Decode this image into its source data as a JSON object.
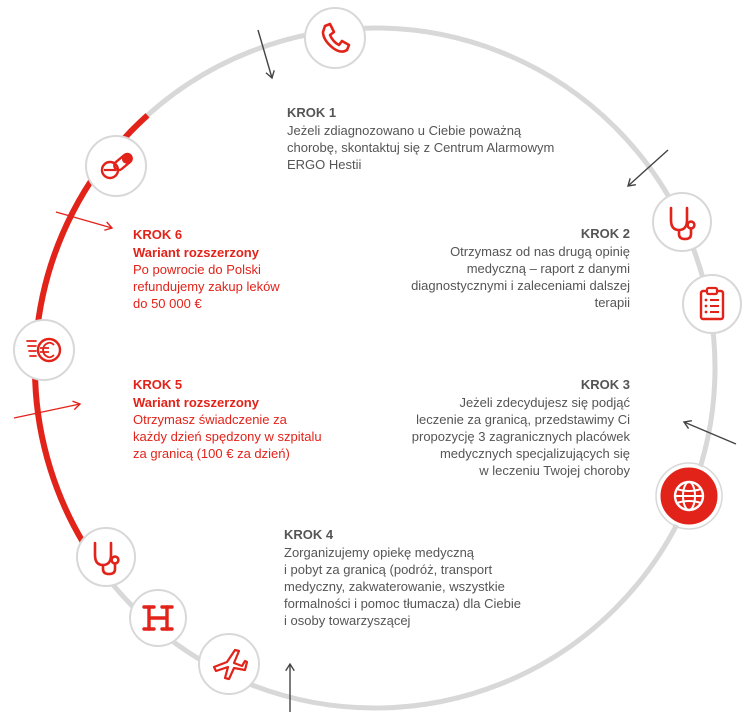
{
  "colors": {
    "accent": "#e2231a",
    "track": "#d8d8d8",
    "text": "#555555",
    "arrow": "#444444"
  },
  "icons": [
    {
      "name": "phone-icon",
      "kind": "phone",
      "style": "outline"
    },
    {
      "name": "stethoscope-icon",
      "kind": "stethoscope",
      "style": "outline"
    },
    {
      "name": "clipboard-icon",
      "kind": "clipboard",
      "style": "outline"
    },
    {
      "name": "globe-icon",
      "kind": "globe",
      "style": "filled"
    },
    {
      "name": "airplane-icon",
      "kind": "plane",
      "style": "outline"
    },
    {
      "name": "hospital-icon",
      "kind": "hospital",
      "style": "outline"
    },
    {
      "name": "stethoscope-icon-2",
      "kind": "stethoscope",
      "style": "outline"
    },
    {
      "name": "euro-coin-icon",
      "kind": "euro",
      "style": "outline"
    },
    {
      "name": "pills-icon",
      "kind": "pills",
      "style": "outline"
    }
  ],
  "steps": [
    {
      "title": "KROK 1",
      "lines": [
        "Jeżeli zdiagnozowano u Ciebie poważną",
        "chorobę, skontaktuj się z Centrum Alarmowym",
        "ERGO Hestii"
      ]
    },
    {
      "title": "KROK 2",
      "lines": [
        "Otrzymasz od nas drugą opinię",
        "medyczną – raport z danymi",
        "diagnostycznymi i zaleceniami dalszej",
        "terapii"
      ]
    },
    {
      "title": "KROK 3",
      "lines": [
        "Jeżeli zdecydujesz się podjąć",
        "leczenie za granicą, przedstawimy Ci",
        "propozycję 3 zagranicznych placówek",
        "medycznych specjalizujących się",
        "w leczeniu Twojej choroby"
      ]
    },
    {
      "title": "KROK 4",
      "lines": [
        "Zorganizujemy opiekę medyczną",
        "i pobyt za granicą (podróż, transport",
        "medyczny, zakwaterowanie, wszystkie",
        "formalności i pomoc tłumacza) dla Ciebie",
        "i osoby towarzyszącej"
      ]
    },
    {
      "title": "KROK 5",
      "subtitle": "Wariant rozszerzony",
      "lines": [
        "Otrzymasz świadczenie za",
        "każdy dzień spędzony w szpitalu",
        "za granicą (100 € za dzień)"
      ]
    },
    {
      "title": "KROK 6",
      "subtitle": "Wariant rozszerzony",
      "lines": [
        "Po powrocie do Polski",
        "refundujemy zakup leków",
        "do 50 000 €"
      ]
    }
  ]
}
